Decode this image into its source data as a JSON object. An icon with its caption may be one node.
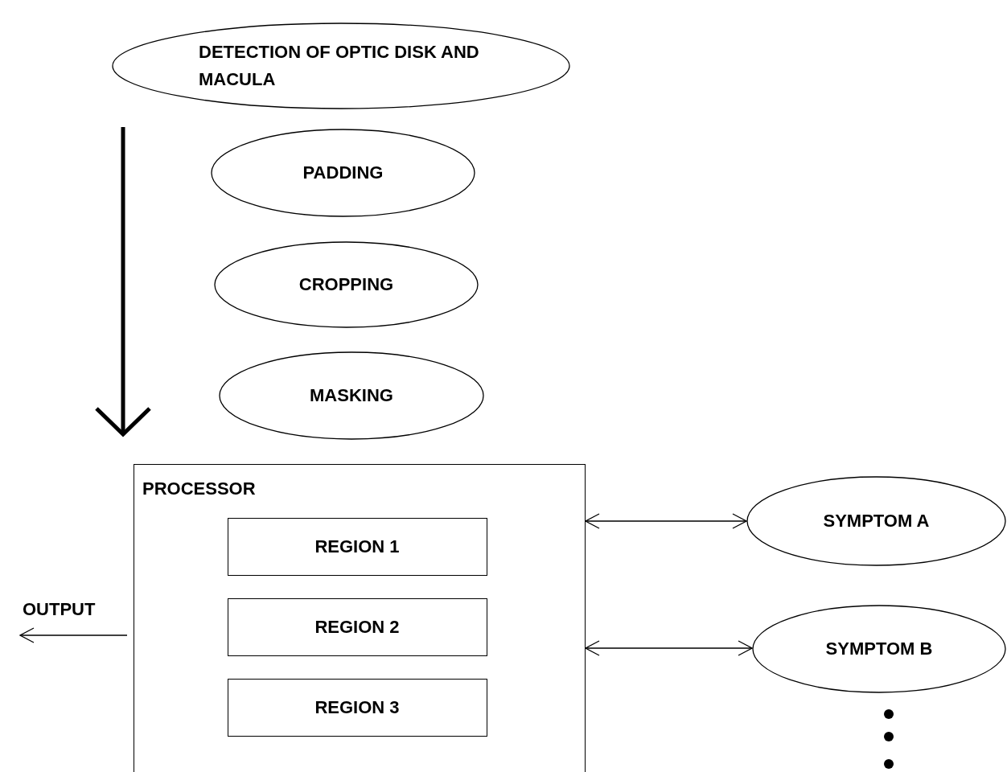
{
  "diagram": {
    "nodes": [
      {
        "text": [
          "DETECTION OF OPTIC DISK AND MACULA"
        ]
      },
      {
        "text": [
          "PADDING"
        ]
      },
      {
        "text": [
          "CROPPING"
        ]
      },
      {
        "text": [
          "MASKING"
        ]
      },
      {
        "text": [
          "PROCESSOR"
        ]
      },
      {
        "text": [
          "REGION 1"
        ],
        "in": 4
      },
      {
        "text": [
          "REGION 2"
        ],
        "in": 4
      },
      {
        "text": [
          "REGION 3"
        ],
        "in": 4
      },
      {
        "text": [
          "SYMPTOM A"
        ]
      },
      {
        "text": [
          "SYMPTOM B"
        ]
      }
    ],
    "edges": [
      {
        "from": 0,
        "to": 4,
        "arrow": "to",
        "style": "thick"
      },
      {
        "from": 4,
        "to": 8,
        "arrow": "both"
      },
      {
        "from": 4,
        "to": 9,
        "arrow": "both"
      },
      {
        "from": 4,
        "to": null,
        "arrow": "to",
        "label": "OUTPUT"
      }
    ]
  }
}
